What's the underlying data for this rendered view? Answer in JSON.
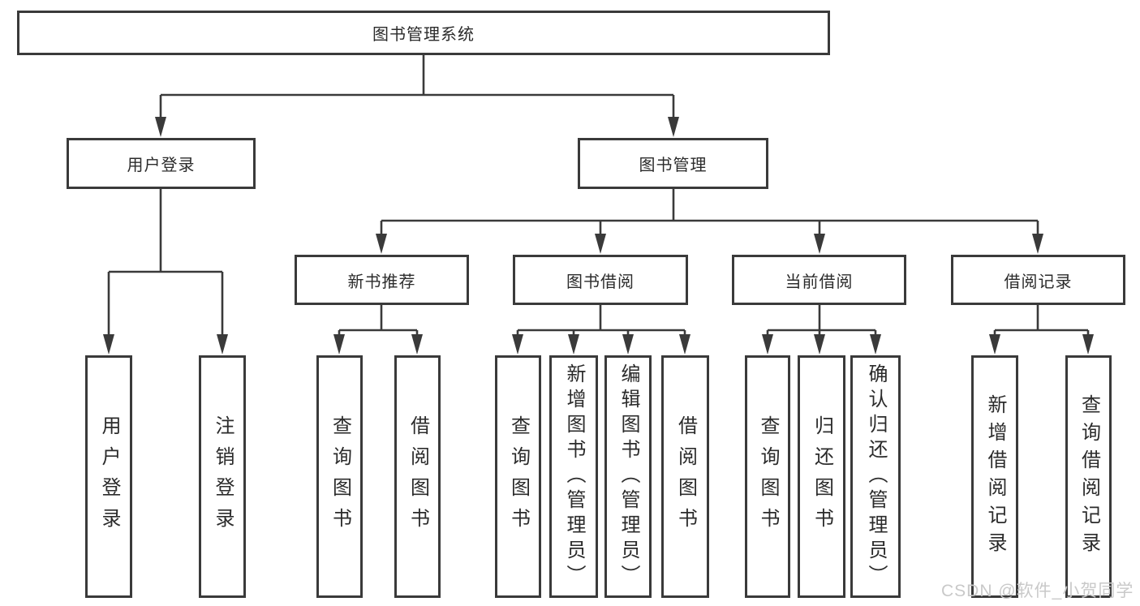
{
  "nodes": {
    "root": {
      "label": "图书管理系统"
    },
    "user_login": {
      "label": "用户登录"
    },
    "book_mgmt": {
      "label": "图书管理"
    },
    "new_book_rec": {
      "label": "新书推荐"
    },
    "book_borrow": {
      "label": "图书借阅"
    },
    "current_borrow": {
      "label": "当前借阅"
    },
    "borrow_record": {
      "label": "借阅记录"
    },
    "leaf_user_login": {
      "label": "用户登录"
    },
    "leaf_logout": {
      "label": "注销登录"
    },
    "leaf_nbr_query": {
      "label": "查询图书"
    },
    "leaf_nbr_borrow": {
      "label": "借阅图书"
    },
    "leaf_bb_query": {
      "label": "查询图书"
    },
    "leaf_bb_add": {
      "label": "新增图书（管理员）"
    },
    "leaf_bb_edit": {
      "label": "编辑图书（管理员）"
    },
    "leaf_bb_borrow": {
      "label": "借阅图书"
    },
    "leaf_cb_query": {
      "label": "查询图书"
    },
    "leaf_cb_return": {
      "label": "归还图书"
    },
    "leaf_cb_confirm": {
      "label": "确认归还（管理员）"
    },
    "leaf_br_add": {
      "label": "新增借阅记录"
    },
    "leaf_br_query": {
      "label": "查询借阅记录"
    }
  },
  "watermark": {
    "text": "CSDN @软件_小贺同学"
  },
  "colors": {
    "line": "#3a3a3a",
    "text": "#2b2b2b",
    "watermark": "#c9c9c9",
    "background": "#ffffff"
  }
}
